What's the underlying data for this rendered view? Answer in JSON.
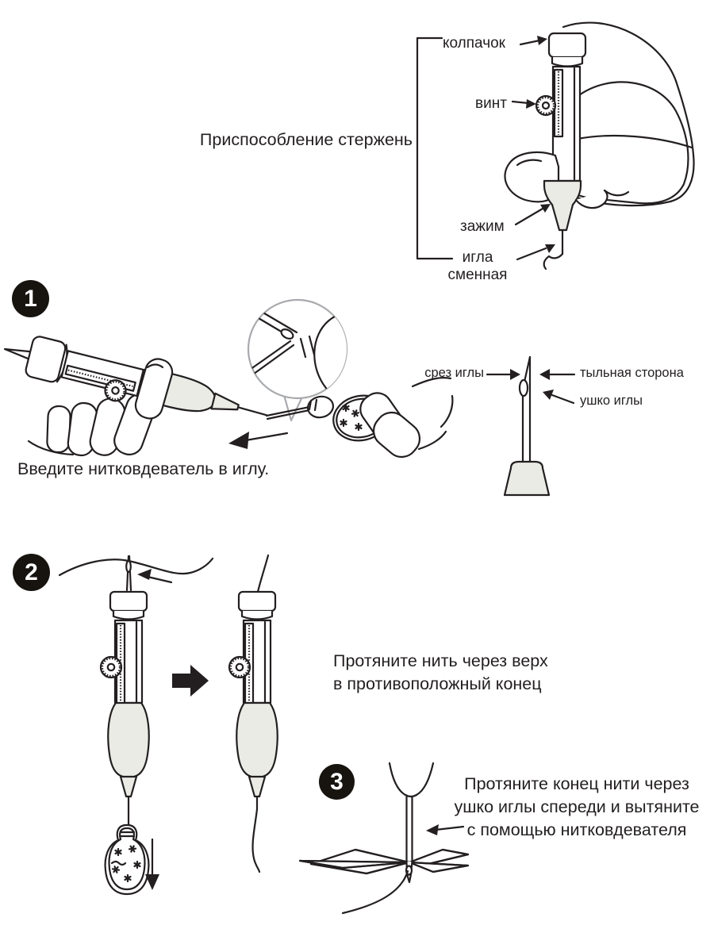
{
  "colors": {
    "ink": "#231f20",
    "grip_fill": "#e9ebe4",
    "magnifier_stroke": "#a8aaad",
    "badge_bg": "#17140f"
  },
  "header_diagram": {
    "device_label": "Приспособление стержень",
    "cap_label": "колпачок",
    "screw_label": "винт",
    "clamp_label": "зажим",
    "needle_label": "игла\nсменная"
  },
  "needle_detail": {
    "bevel_label": "срез иглы",
    "back_label": "тыльная сторона",
    "eye_label": "ушко иглы"
  },
  "steps": [
    {
      "number": "1",
      "caption": "Введите нитковдеватель в иглу."
    },
    {
      "number": "2",
      "caption": "Протяните нить через верх\nв противоположный конец"
    },
    {
      "number": "3",
      "caption": "Протяните конец нити через\nушко иглы спереди и вытяните\nс помощью нитковдевателя"
    }
  ]
}
